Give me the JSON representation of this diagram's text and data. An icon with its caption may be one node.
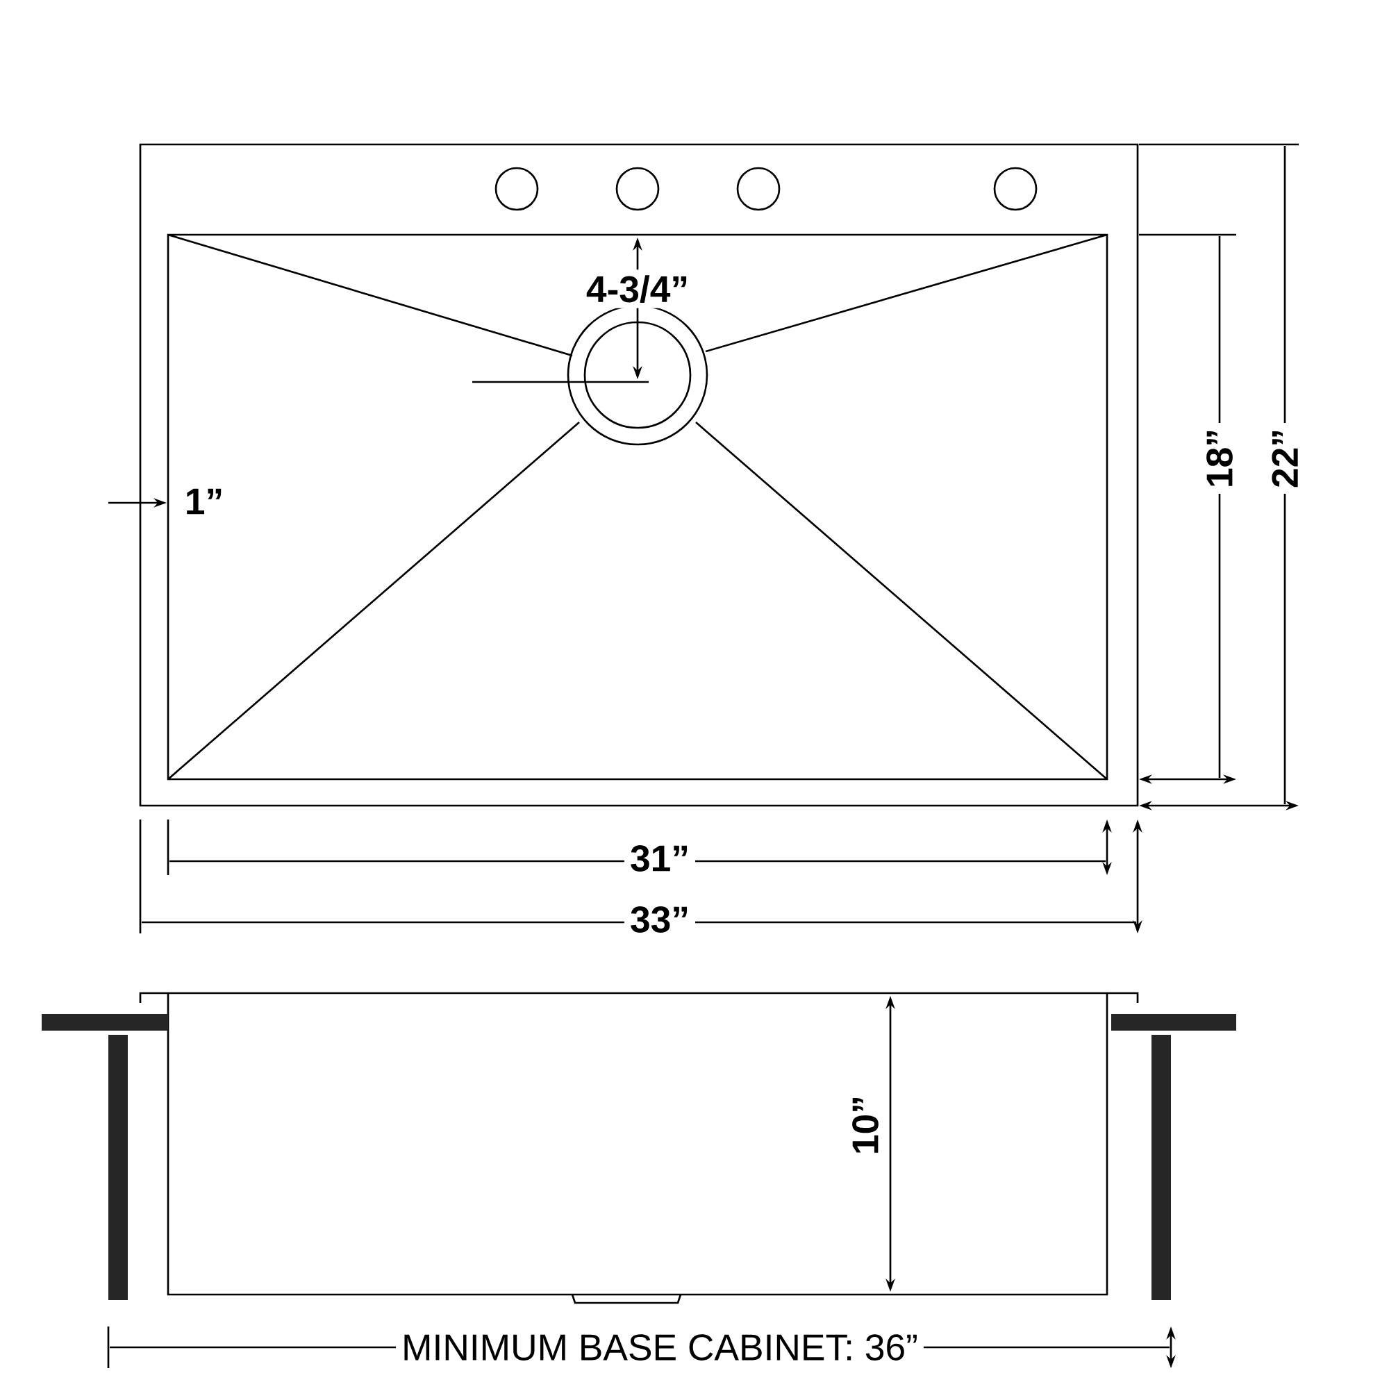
{
  "diagram": {
    "labels": [
      "4-3/4”",
      "1”",
      "18”",
      "22”",
      "31”",
      "33”",
      "10”",
      "MINIMUM BASE CABINET: 36”"
    ]
  }
}
